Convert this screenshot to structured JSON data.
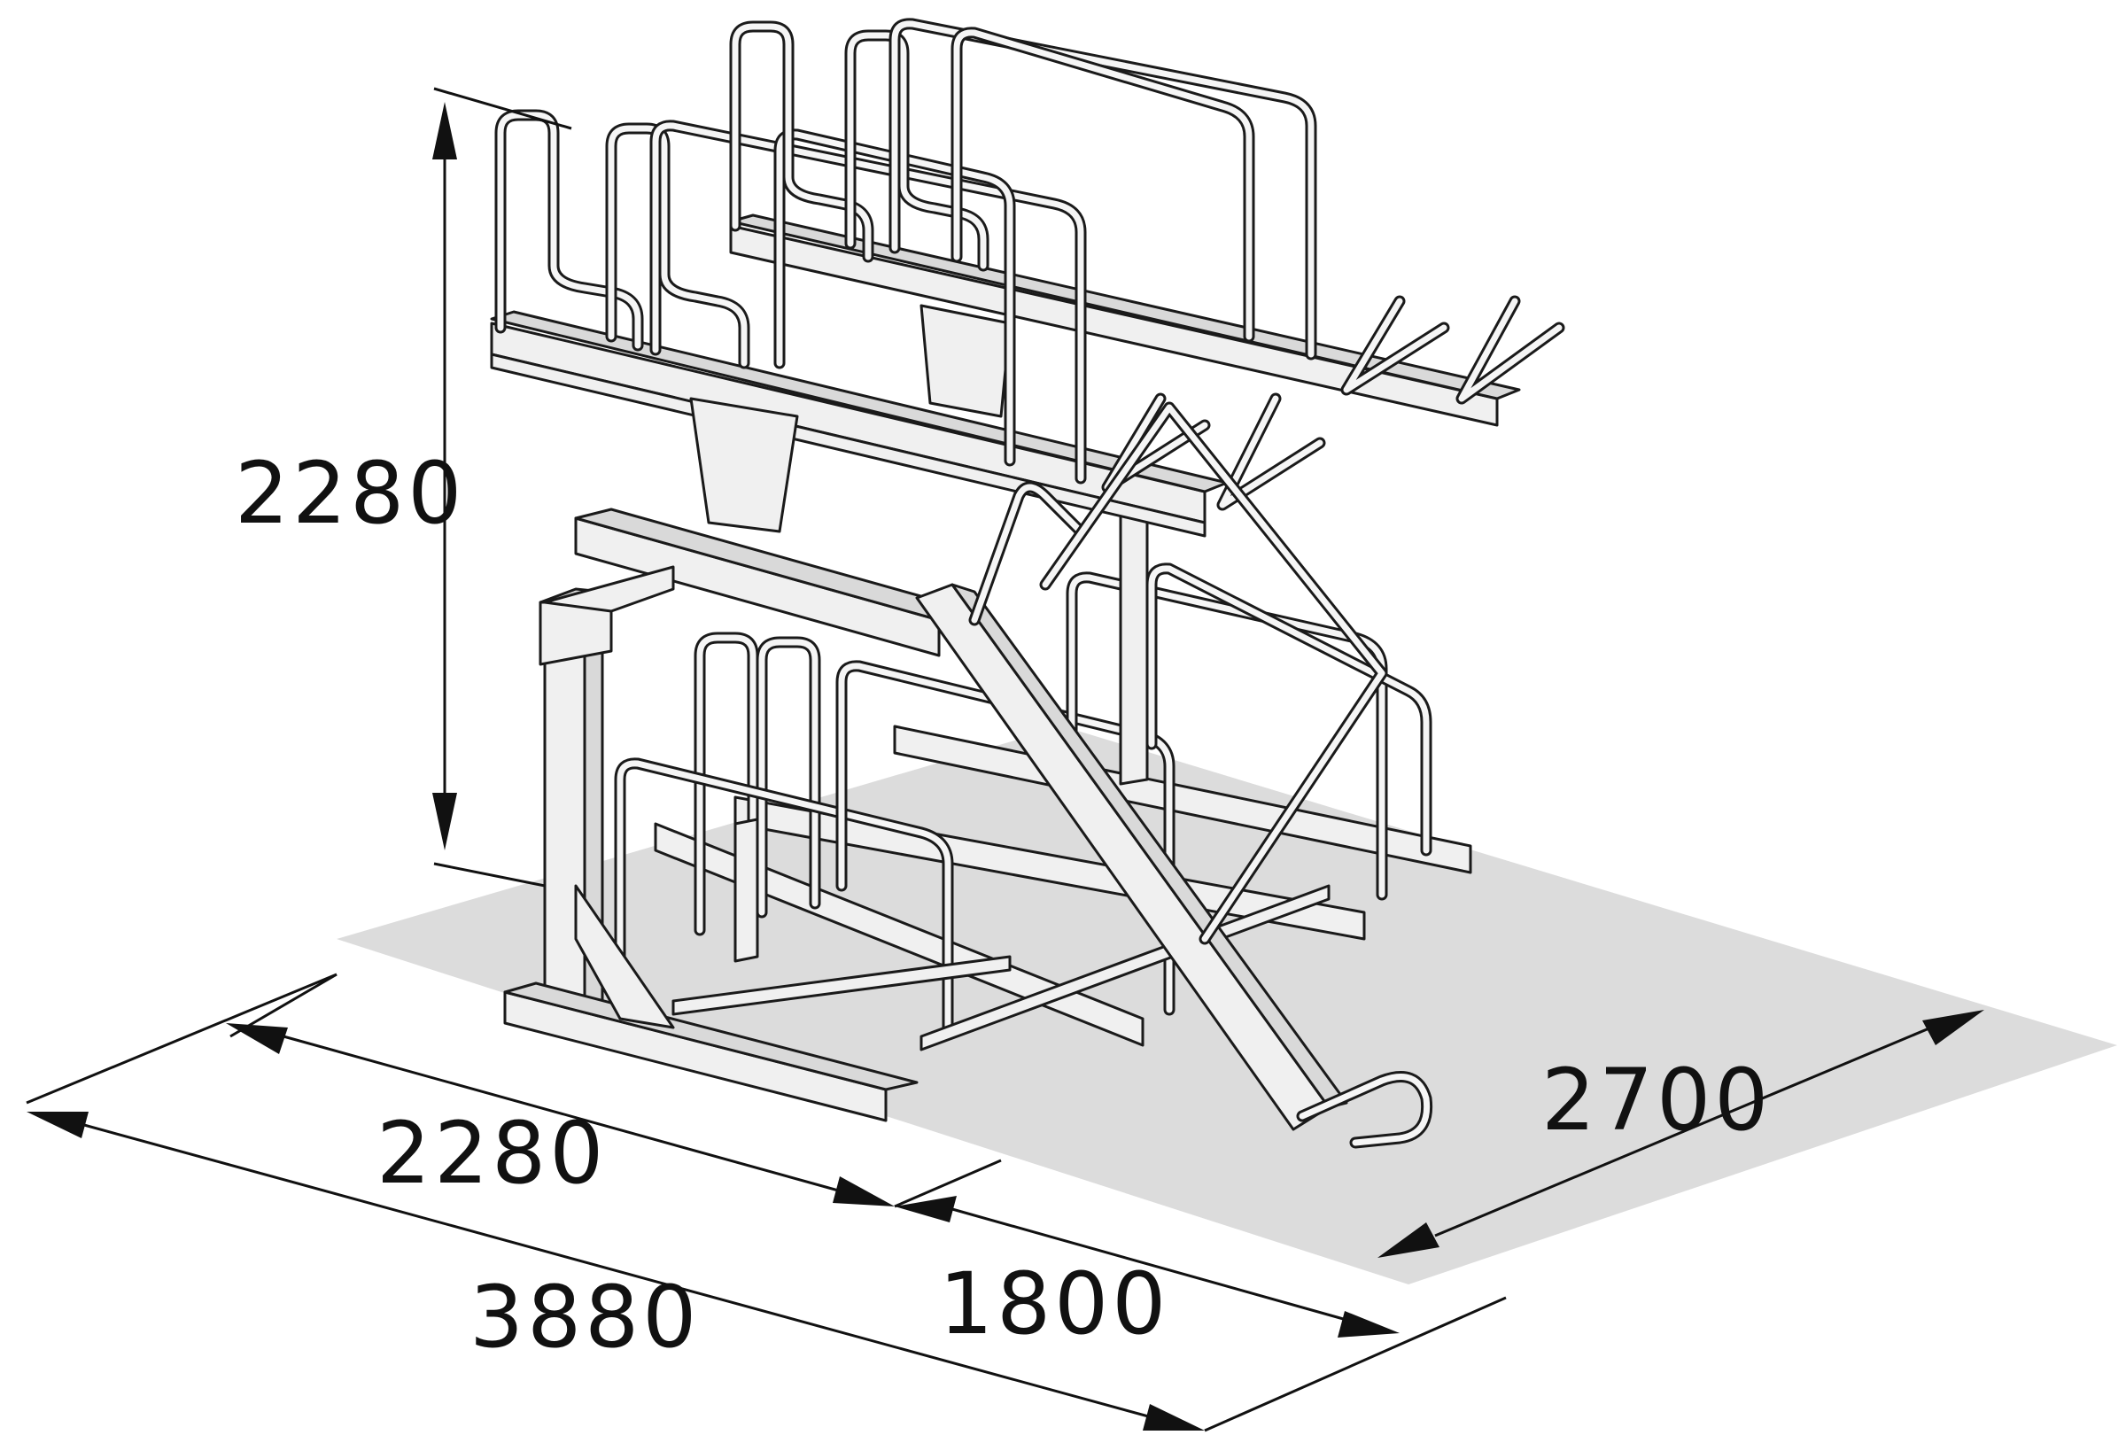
{
  "dimensions": {
    "height_label": "2280",
    "width_upper_label": "2280",
    "depth_rear_label": "1800",
    "total_length_label": "3880",
    "depth_side_label": "2700"
  },
  "colors": {
    "floor": "#dcdcdc",
    "steel": "#f0f0f0",
    "outline": "#1a1a1a"
  }
}
